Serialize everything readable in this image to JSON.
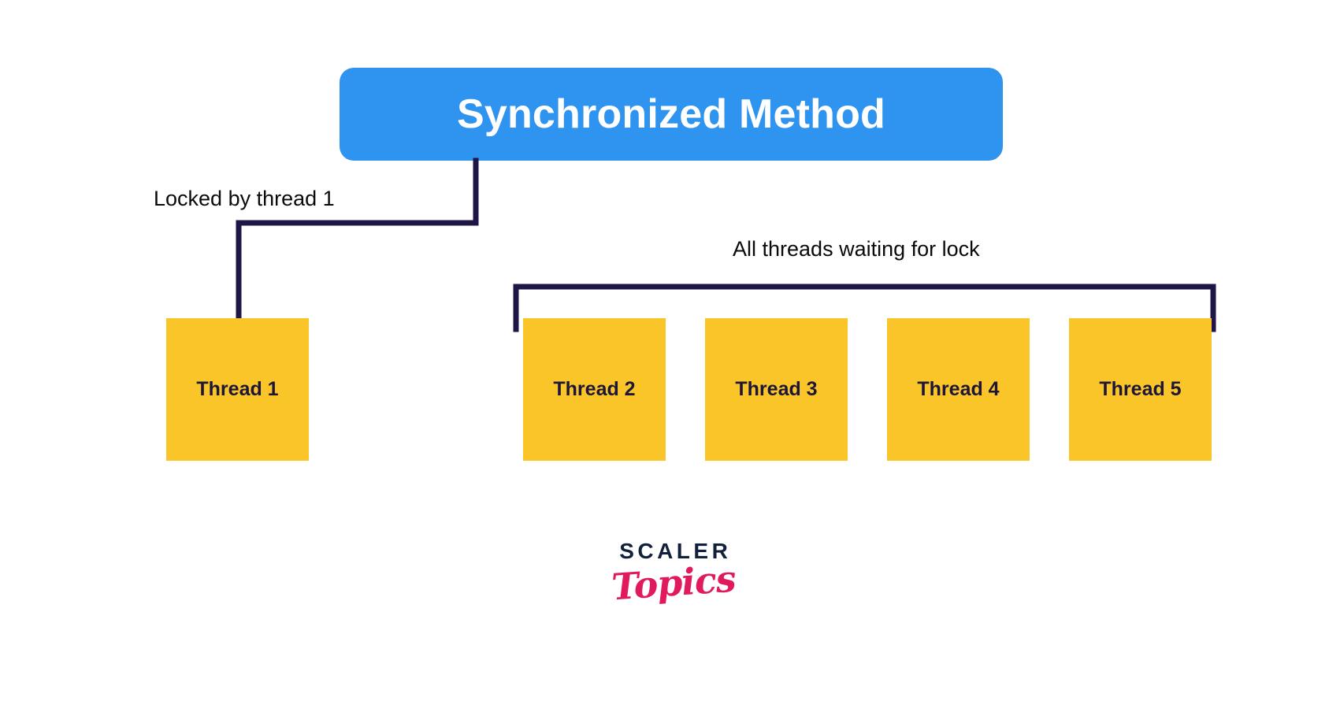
{
  "diagram": {
    "title": "Synchronized Method",
    "title_color": "#2f94f0",
    "connector_color": "#1f1547",
    "box_color": "#fac529",
    "box_text_color": "#1d1636"
  },
  "annotations": {
    "locked": "Locked by thread 1",
    "waiting": "All threads waiting for lock"
  },
  "threads": [
    {
      "label": "Thread 1",
      "state": "locked"
    },
    {
      "label": "Thread 2",
      "state": "waiting"
    },
    {
      "label": "Thread 3",
      "state": "waiting"
    },
    {
      "label": "Thread 4",
      "state": "waiting"
    },
    {
      "label": "Thread 5",
      "state": "waiting"
    }
  ],
  "logo": {
    "primary": "SCALER",
    "secondary": "Topics",
    "primary_color": "#11203b",
    "secondary_color": "#e01a5c"
  }
}
